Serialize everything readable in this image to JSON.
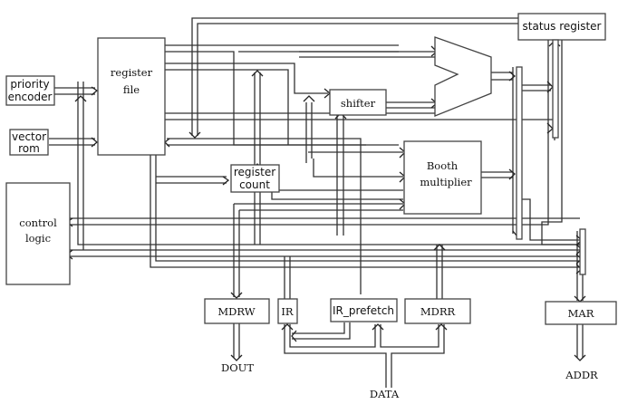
{
  "diagram": {
    "type": "processor datapath block diagram",
    "blocks": {
      "priority_encoder": [
        "priority",
        "encoder"
      ],
      "vector_rom": [
        "vector",
        "rom"
      ],
      "register_file": [
        "register",
        "file"
      ],
      "control_logic": [
        "control",
        "logic"
      ],
      "register_count": [
        "register",
        "count"
      ],
      "shifter": "shifter",
      "alu": "",
      "booth_multiplier": [
        "Booth",
        "multiplier"
      ],
      "status_register": "status register",
      "mdrw": "MDRW",
      "ir": "IR",
      "ir_prefetch": "IR_prefetch",
      "mdrr": "MDRR",
      "mar": "MAR"
    },
    "signals": {
      "dout": "DOUT",
      "data": "DATA",
      "addr": "ADDR"
    }
  }
}
